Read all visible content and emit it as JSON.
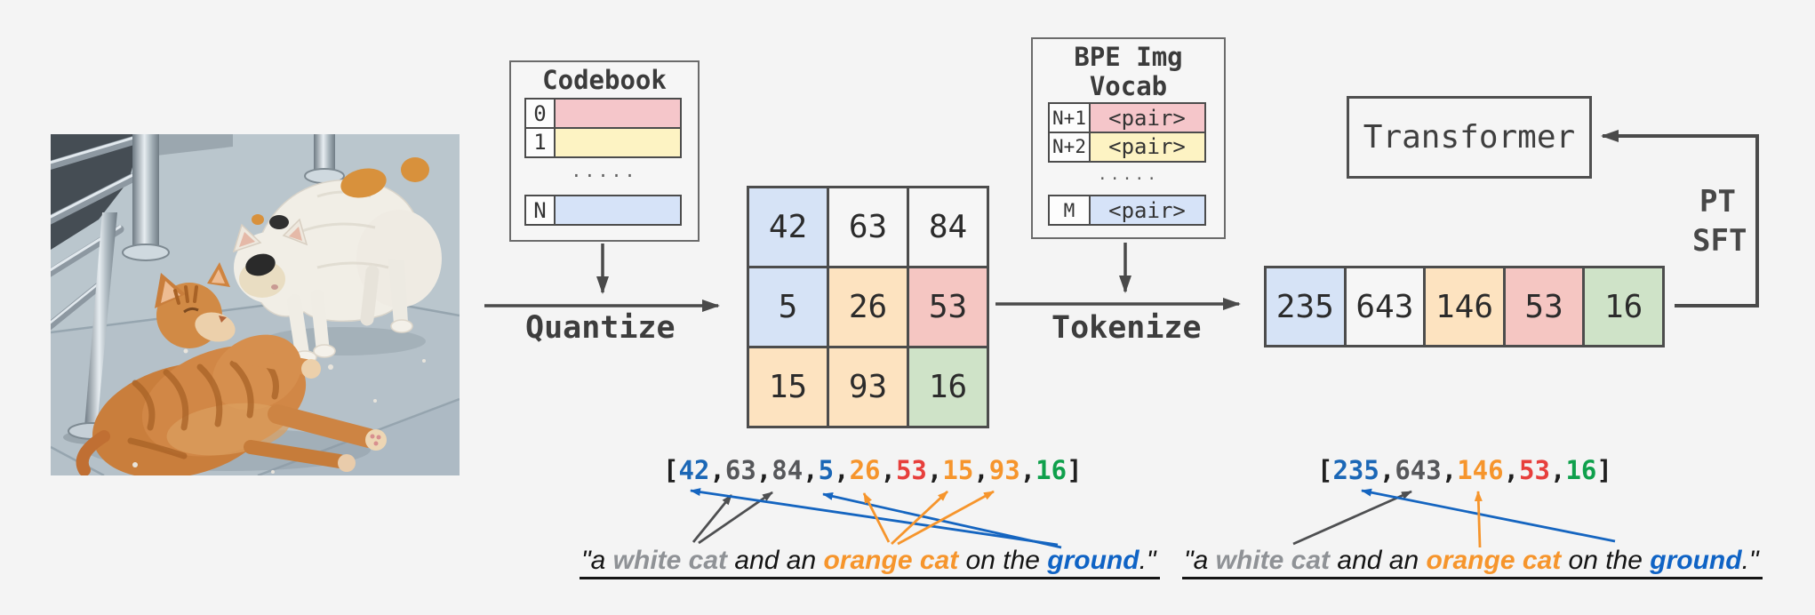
{
  "photo": {
    "description": "white cat standing and sniffing an orange tabby cat lying on granite pavement beside a metal railing"
  },
  "codebook": {
    "title": "Codebook",
    "rows": [
      {
        "index": "0",
        "color": "#f5c6ca"
      },
      {
        "index": "1",
        "color": "#fdf3c3"
      }
    ],
    "ellipsis": ".....",
    "last_row": {
      "index": "N",
      "color": "#d6e3f8"
    }
  },
  "quantize_label": "Quantize",
  "grid": {
    "cells": [
      [
        {
          "v": "42",
          "bg": "#d6e3f6"
        },
        {
          "v": "63",
          "bg": "#f6f6f6"
        },
        {
          "v": "84",
          "bg": "#f6f6f6"
        }
      ],
      [
        {
          "v": "5",
          "bg": "#d6e3f6"
        },
        {
          "v": "26",
          "bg": "#fde3c0"
        },
        {
          "v": "53",
          "bg": "#f5c6c2"
        }
      ],
      [
        {
          "v": "15",
          "bg": "#fde3c0"
        },
        {
          "v": "93",
          "bg": "#fde3c0"
        },
        {
          "v": "16",
          "bg": "#cfe3c8"
        }
      ]
    ]
  },
  "bpe_vocab": {
    "title_line1": "BPE Img",
    "title_line2": "Vocab",
    "rows": [
      {
        "index": "N+1",
        "value": "<pair>",
        "color": "#f5c6ca"
      },
      {
        "index": "N+2",
        "value": "<pair>",
        "color": "#fdf3c3"
      }
    ],
    "ellipsis": ".....",
    "last_row": {
      "index": "M",
      "value": "<pair>",
      "color": "#d6e3f8"
    }
  },
  "tokenize_label": "Tokenize",
  "token_sequence": [
    {
      "v": "235",
      "bg": "#d6e3f6"
    },
    {
      "v": "643",
      "bg": "#f6f6f6"
    },
    {
      "v": "146",
      "bg": "#fde3c0"
    },
    {
      "v": "53",
      "bg": "#f5c6c2"
    },
    {
      "v": "16",
      "bg": "#cfe3c8"
    }
  ],
  "transformer_label": "Transformer",
  "training_labels": {
    "pt": "PT",
    "sft": "SFT"
  },
  "array1_segments": [
    {
      "t": "[",
      "c": "#1f1f1f"
    },
    {
      "t": "42",
      "c": "#1b67b6"
    },
    {
      "t": ",",
      "c": "#1f1f1f"
    },
    {
      "t": "63",
      "c": "#56575a"
    },
    {
      "t": ",",
      "c": "#1f1f1f"
    },
    {
      "t": "84",
      "c": "#56575a"
    },
    {
      "t": ",",
      "c": "#1f1f1f"
    },
    {
      "t": "5",
      "c": "#1b67b6"
    },
    {
      "t": ",",
      "c": "#1f1f1f"
    },
    {
      "t": "26",
      "c": "#f6952c"
    },
    {
      "t": ",",
      "c": "#1f1f1f"
    },
    {
      "t": "53",
      "c": "#e73f3c"
    },
    {
      "t": ",",
      "c": "#1f1f1f"
    },
    {
      "t": "15",
      "c": "#f6952c"
    },
    {
      "t": ",",
      "c": "#1f1f1f"
    },
    {
      "t": "93",
      "c": "#f6952c"
    },
    {
      "t": ",",
      "c": "#1f1f1f"
    },
    {
      "t": "16",
      "c": "#0fa04c"
    },
    {
      "t": "]",
      "c": "#1f1f1f"
    }
  ],
  "array2_segments": [
    {
      "t": "[",
      "c": "#1f1f1f"
    },
    {
      "t": "235",
      "c": "#1b67b6"
    },
    {
      "t": ",",
      "c": "#1f1f1f"
    },
    {
      "t": "643",
      "c": "#56575a"
    },
    {
      "t": ",",
      "c": "#1f1f1f"
    },
    {
      "t": "146",
      "c": "#f6952c"
    },
    {
      "t": ",",
      "c": "#1f1f1f"
    },
    {
      "t": "53",
      "c": "#e73f3c"
    },
    {
      "t": ",",
      "c": "#1f1f1f"
    },
    {
      "t": "16",
      "c": "#0fa04c"
    },
    {
      "t": "]",
      "c": "#1f1f1f"
    }
  ],
  "caption_segments": [
    {
      "t": "\"a ",
      "c": "#141414"
    },
    {
      "t": "white cat",
      "c": "#8f9296",
      "b": true
    },
    {
      "t": " and an ",
      "c": "#141414"
    },
    {
      "t": "orange cat",
      "c": "#f6952c",
      "b": true
    },
    {
      "t": " on the ",
      "c": "#141414"
    },
    {
      "t": "ground",
      "c": "#0f63c5",
      "b": true
    },
    {
      "t": ".\"",
      "c": "#141414"
    }
  ]
}
